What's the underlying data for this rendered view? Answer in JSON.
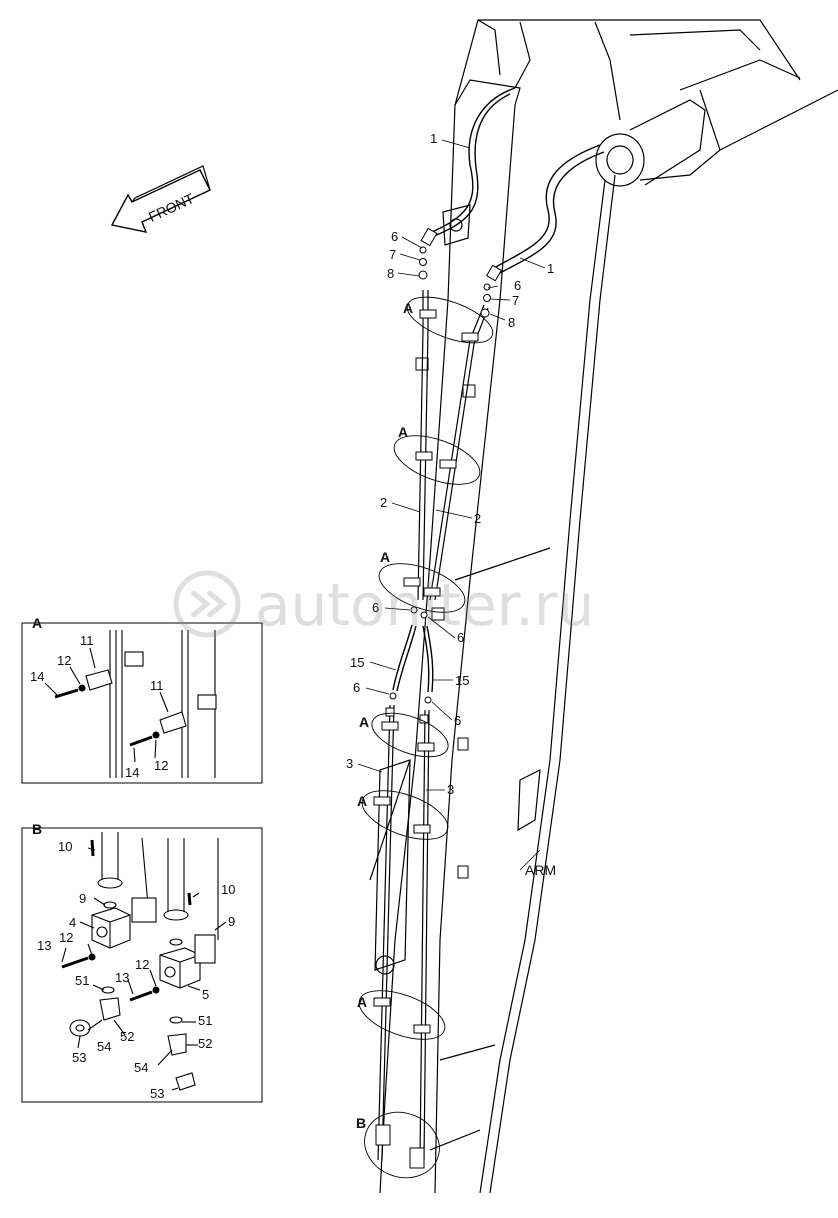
{
  "watermark": {
    "text": "autoniter.ru"
  },
  "direction": {
    "label": "FRONT"
  },
  "component": {
    "label": "ARM"
  },
  "detail_a": {
    "label": "A",
    "callouts": [
      "11",
      "12",
      "14",
      "11",
      "12",
      "14"
    ]
  },
  "detail_b": {
    "label": "B",
    "callouts": [
      "10",
      "10",
      "9",
      "9",
      "4",
      "13",
      "12",
      "51",
      "13",
      "12",
      "5",
      "54",
      "52",
      "51",
      "52",
      "53",
      "54",
      "53"
    ]
  },
  "main_callouts": [
    "1",
    "1",
    "6",
    "7",
    "8",
    "6",
    "7",
    "8",
    "2",
    "2",
    "6",
    "6",
    "15",
    "15",
    "6",
    "6",
    "3",
    "3"
  ],
  "main_markers": [
    "A",
    "A",
    "A",
    "A",
    "A",
    "A",
    "B"
  ]
}
